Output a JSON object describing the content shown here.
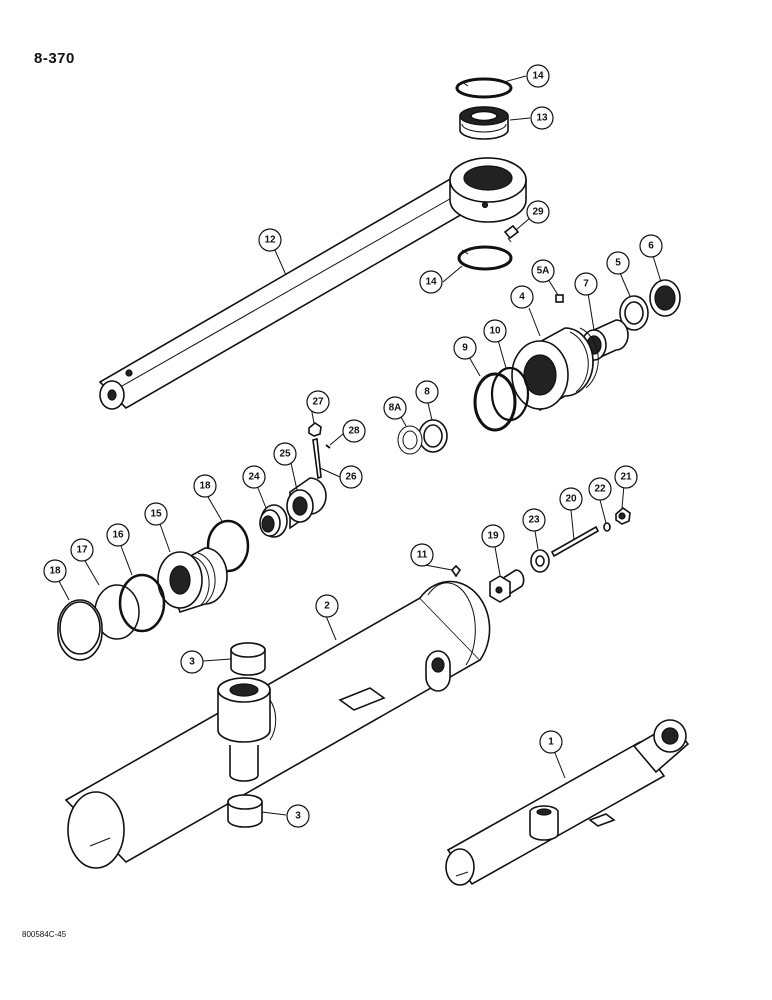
{
  "page_number": "8-370",
  "figure_code": "800584C-45",
  "callouts": {
    "c14a": "14",
    "c13": "13",
    "c12": "12",
    "c29": "29",
    "c14b": "14",
    "c6": "6",
    "c5": "5",
    "c7": "7",
    "c5a": "5A",
    "c4": "4",
    "c10": "10",
    "c9": "9",
    "c8": "8",
    "c8a": "8A",
    "c27": "27",
    "c28": "28",
    "c26": "26",
    "c25": "25",
    "c24": "24",
    "c18a": "18",
    "c15": "15",
    "c16": "16",
    "c17": "17",
    "c18b": "18",
    "c21": "21",
    "c22": "22",
    "c20": "20",
    "c23": "23",
    "c19": "19",
    "c11": "11",
    "c2": "2",
    "c3a": "3",
    "c3b": "3",
    "c1": "1"
  }
}
